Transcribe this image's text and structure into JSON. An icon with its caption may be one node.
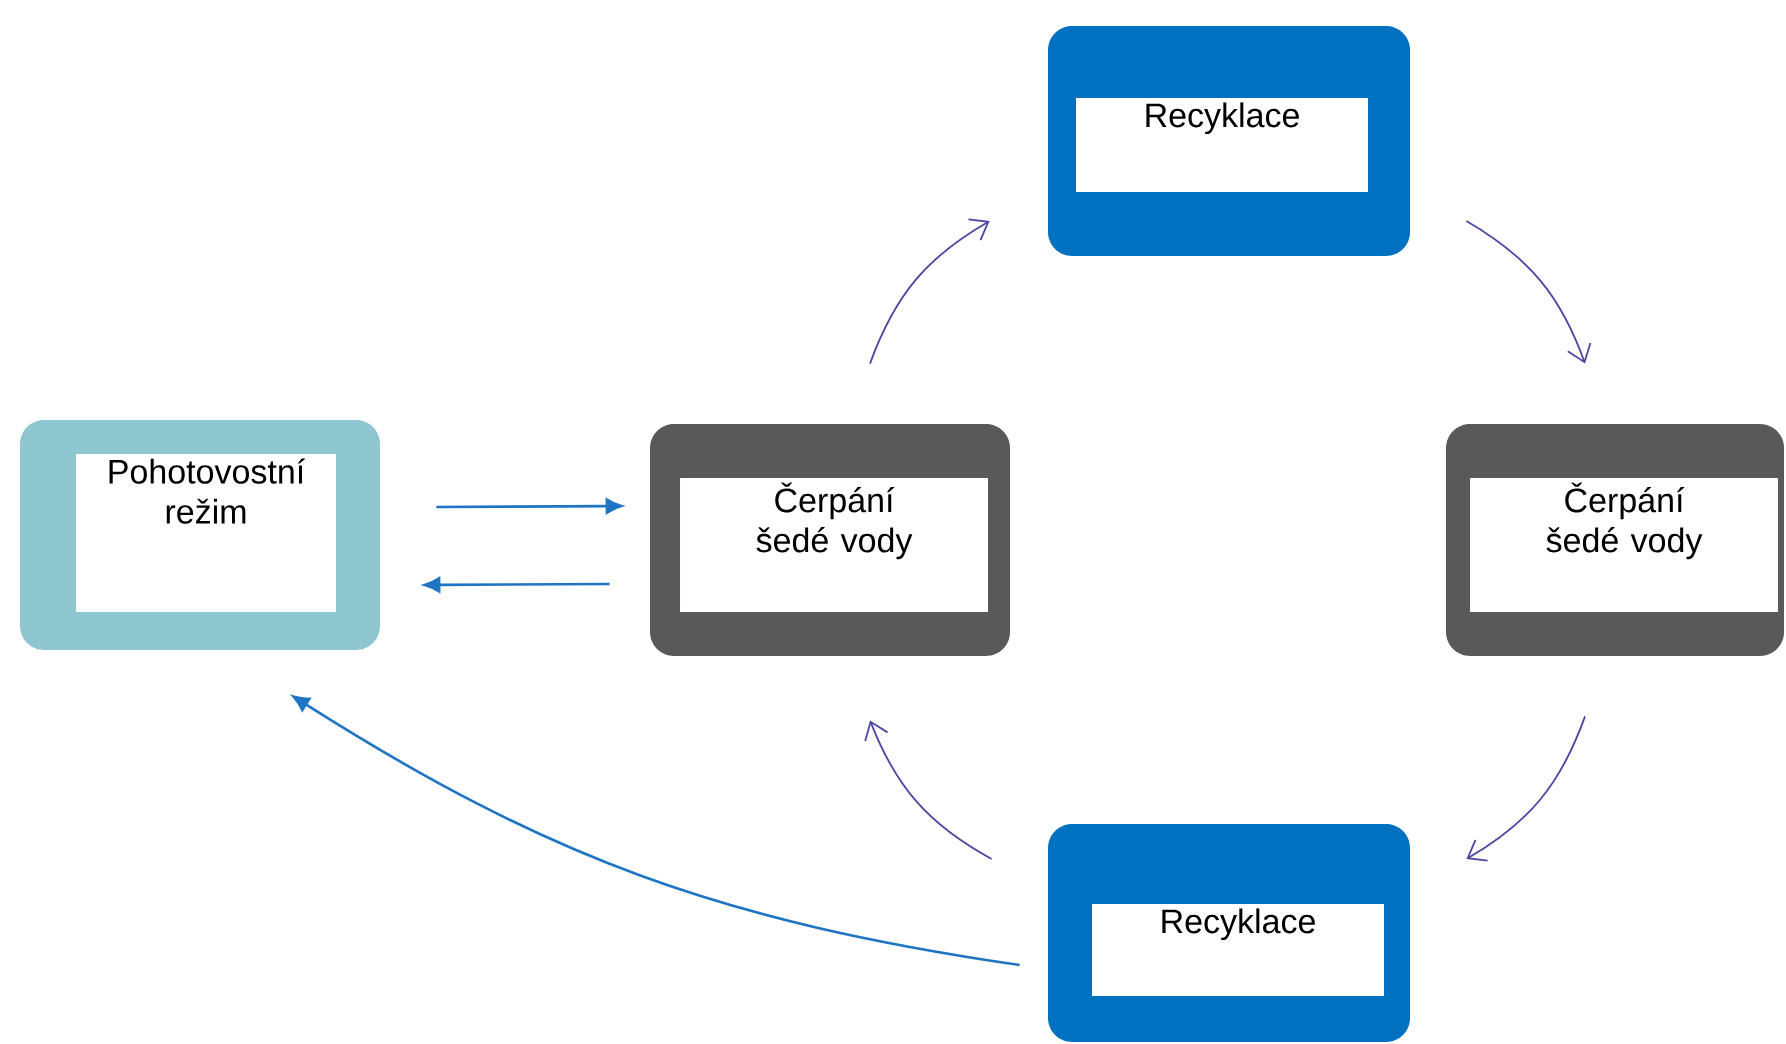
{
  "diagram": {
    "nodes": [
      {
        "text": [
          "Pohotovostní režim"
        ]
      },
      {
        "text": [
          "Čerpání šedé vody"
        ]
      },
      {
        "text": [
          "Recyklace"
        ]
      },
      {
        "text": [
          "Čerpání šedé vody"
        ]
      },
      {
        "text": [
          "Recyklace"
        ]
      }
    ],
    "edges": [
      {
        "from": 0,
        "to": 1,
        "arrow": "to",
        "color": "#1f74c4"
      },
      {
        "from": 1,
        "to": 0,
        "arrow": "to",
        "color": "#1f74c4"
      },
      {
        "from": 1,
        "to": 2,
        "arrow": "to"
      },
      {
        "from": 2,
        "to": 3,
        "arrow": "to"
      },
      {
        "from": 3,
        "to": 4,
        "arrow": "to"
      },
      {
        "from": 4,
        "to": 1,
        "arrow": "to"
      },
      {
        "from": 4,
        "to": 0,
        "arrow": "to",
        "color": "#1f74c4"
      }
    ]
  }
}
